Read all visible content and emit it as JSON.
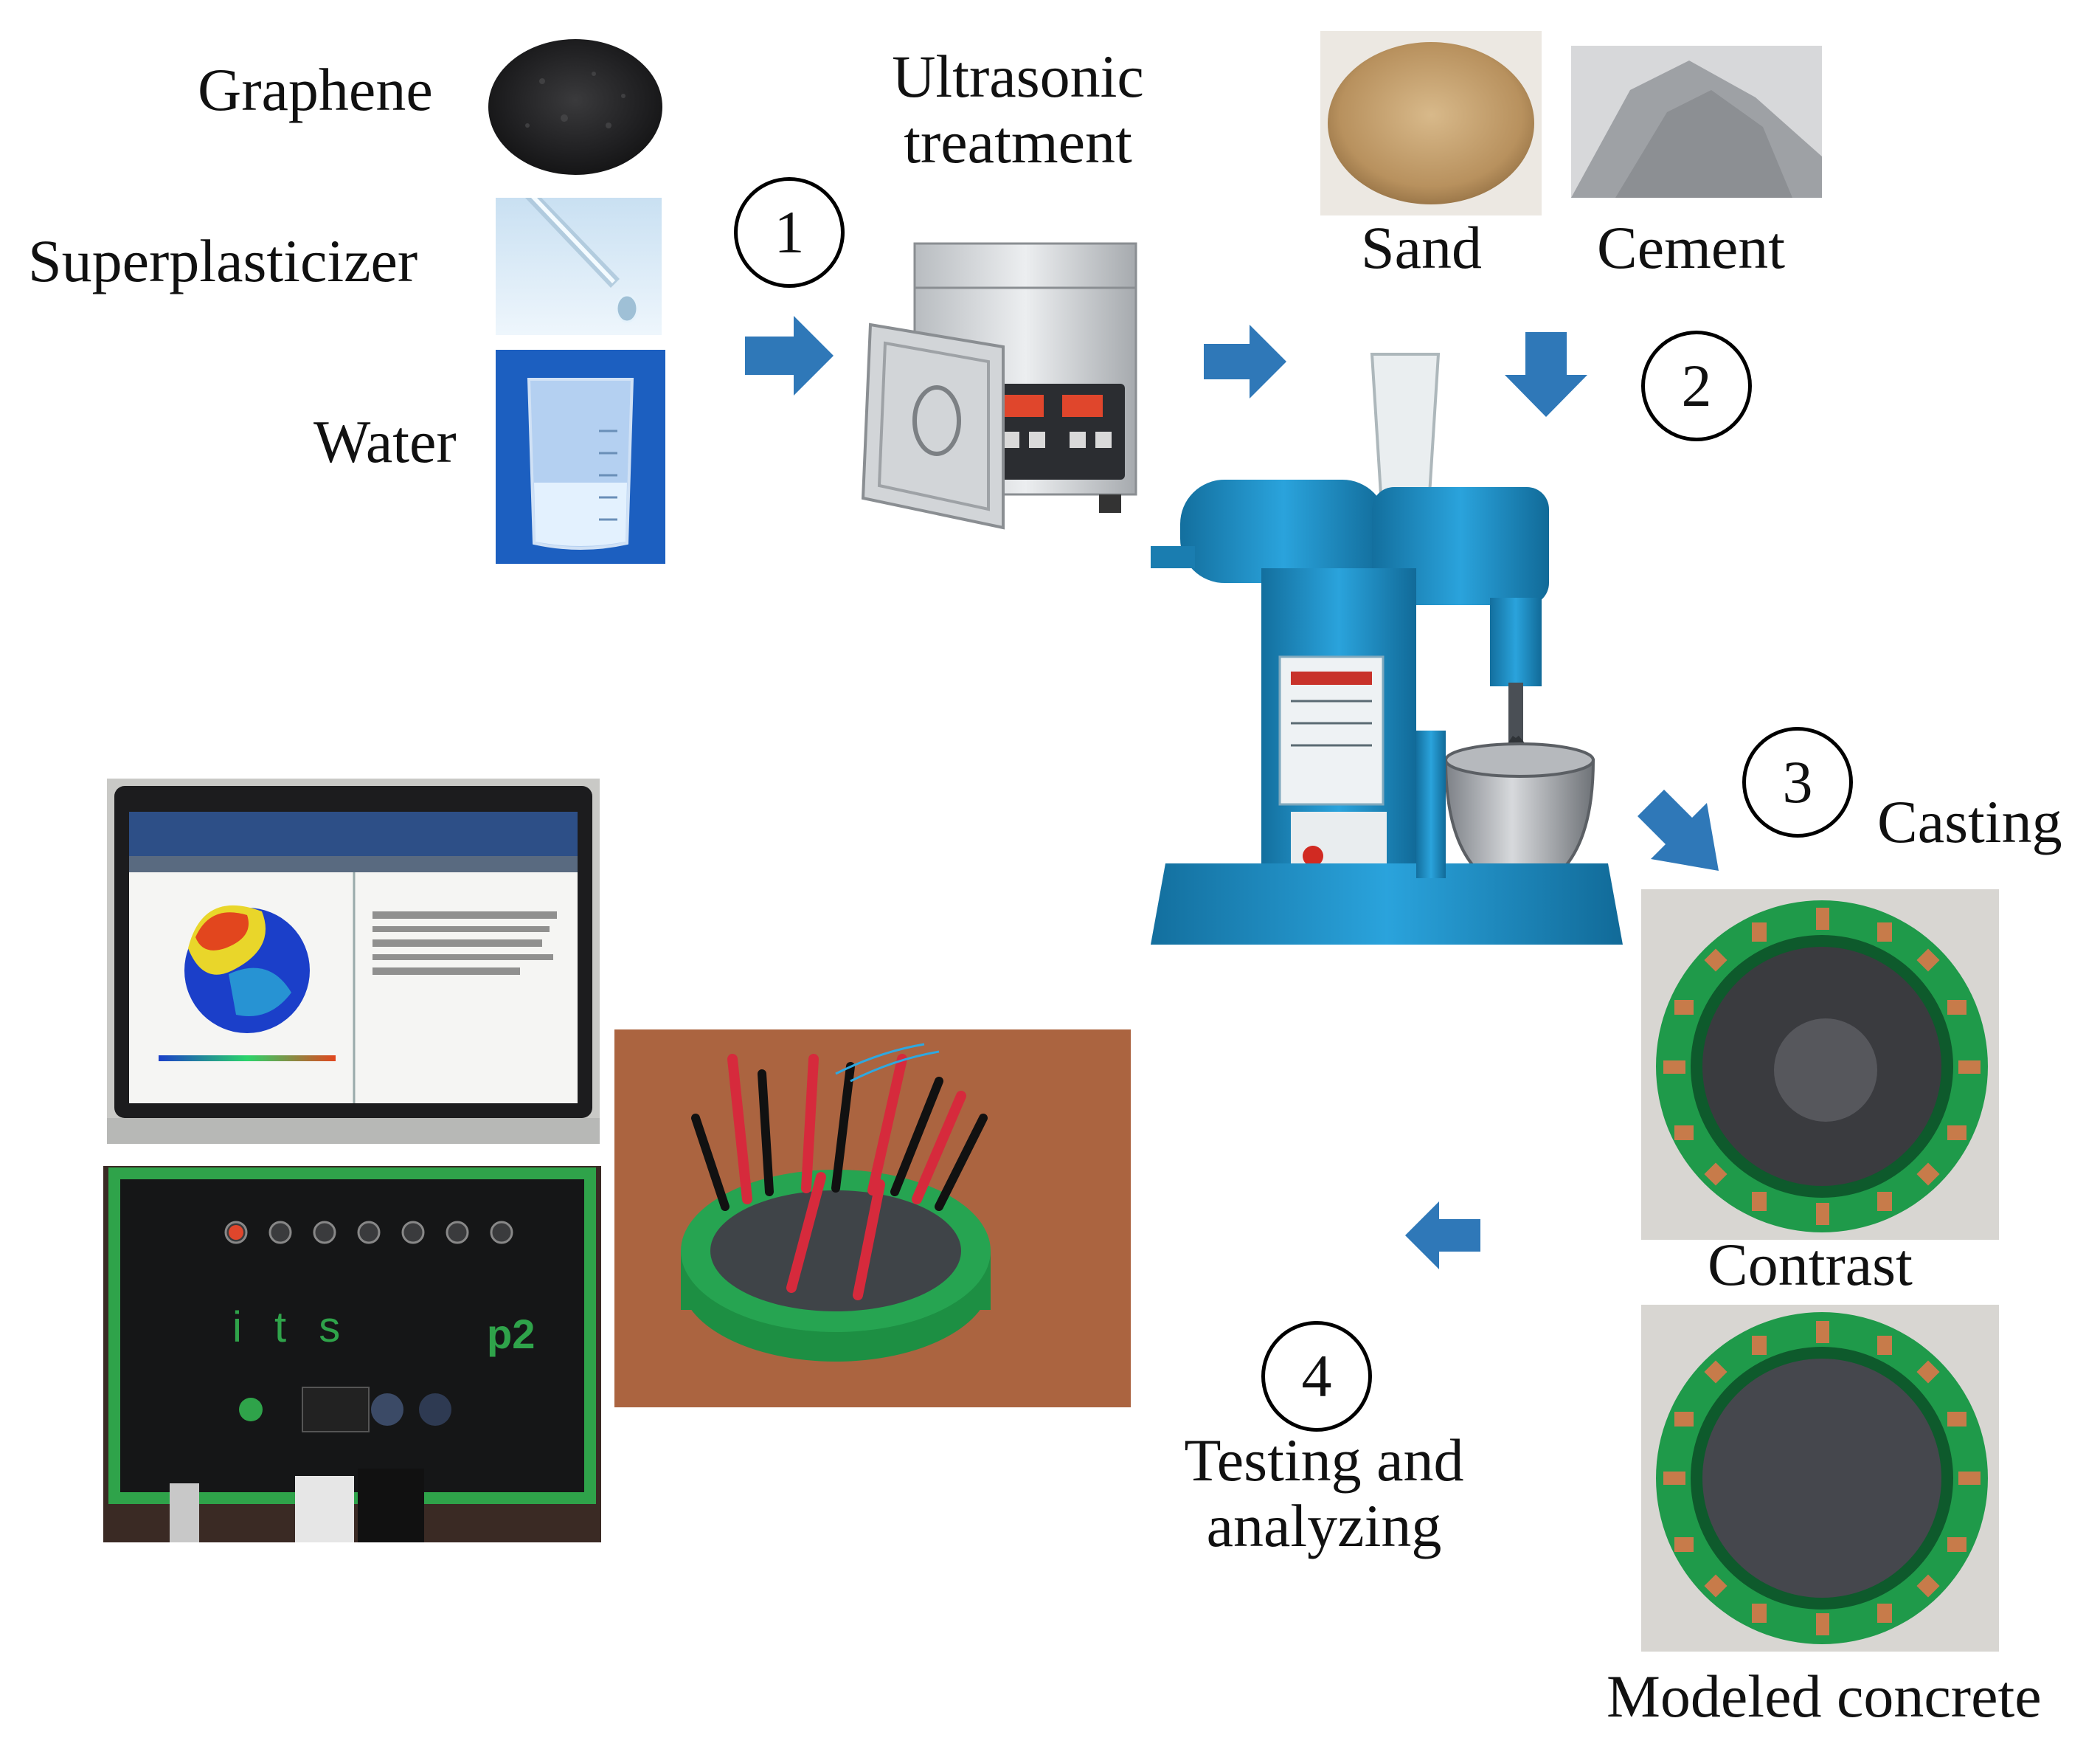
{
  "materials": {
    "graphene": "Graphene",
    "superplasticizer": "Superplasticizer",
    "water": "Water",
    "sand": "Sand",
    "cement": "Cement"
  },
  "steps": {
    "step1": {
      "number": "1",
      "label_line1": "Ultrasonic",
      "label_line2": "treatment"
    },
    "step2": {
      "number": "2"
    },
    "step3": {
      "number": "3",
      "label": "Casting"
    },
    "step4": {
      "number": "4",
      "label_line1": "Testing and",
      "label_line2": "analyzing"
    }
  },
  "samples": {
    "contrast": "Contrast",
    "modeled": "Modeled concrete"
  },
  "equipment": {
    "its_label": "i t s",
    "p2_label": "p2"
  },
  "colors": {
    "arrow_blue": "#2f78b8",
    "machine_blue": "#1e8fc8",
    "ring_green": "#1f9a4a",
    "electrode_copper": "#c77b4a",
    "tomography_blue": "#1b3fc9"
  }
}
